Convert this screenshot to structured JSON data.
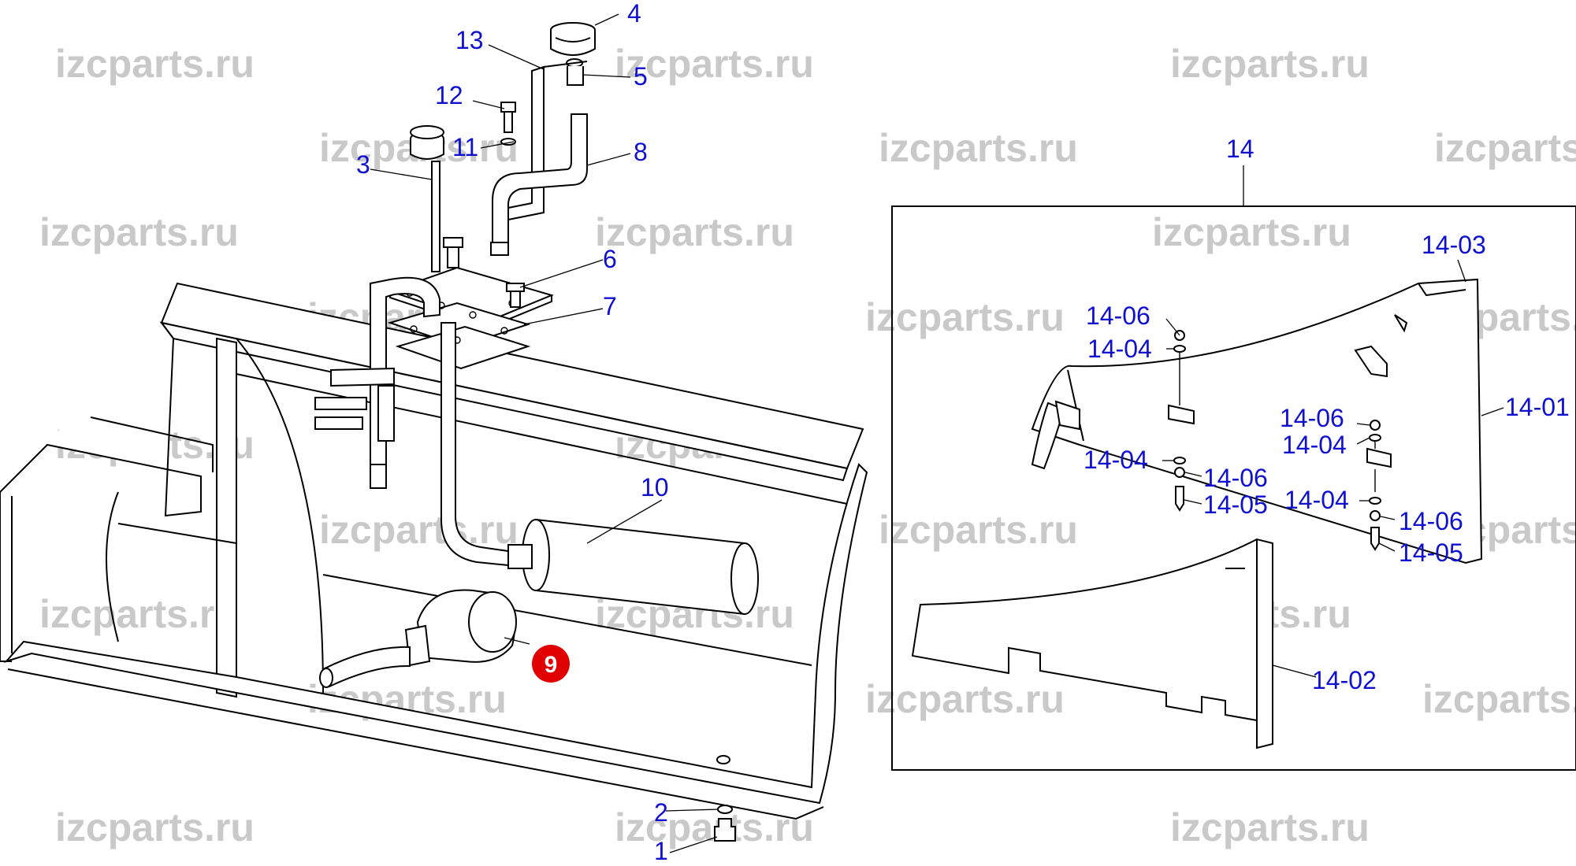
{
  "watermark": "izcparts.ru",
  "labels": {
    "p1": "1",
    "p2": "2",
    "p3": "3",
    "p4": "4",
    "p5": "5",
    "p6": "6",
    "p7": "7",
    "p8": "8",
    "p9": "9",
    "p10": "10",
    "p11": "11",
    "p12": "12",
    "p13": "13",
    "p14": "14",
    "p14_01": "14-01",
    "p14_02": "14-02",
    "p14_03": "14-03",
    "p14_04": "14-04",
    "p14_05": "14-05",
    "p14_06": "14-06"
  },
  "colors": {
    "label": "#1010d0",
    "highlight": "#e00000",
    "watermark": "#c9c9c9"
  }
}
